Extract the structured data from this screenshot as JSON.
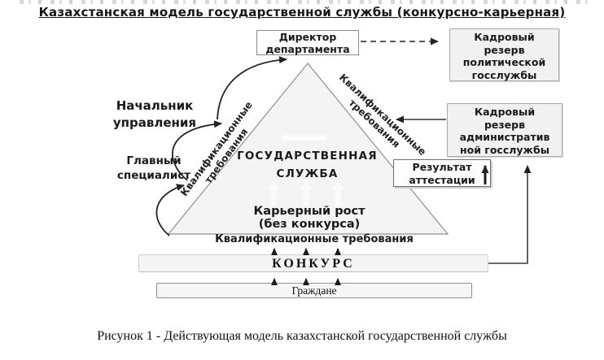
{
  "title": "Казахстанская модель государственной службы (конкурсно-карьерная)",
  "caption": "Рисунок 1 - Действующая модель казахстанской государственной службы",
  "boxes": {
    "director": {
      "lines": [
        "Директор",
        "департамента"
      ]
    },
    "polit_reserve": {
      "lines": [
        "Кадровый",
        "резерв",
        "политической",
        "госслужбы"
      ]
    },
    "admin_reserve": {
      "lines": [
        "Кадровый",
        "резерв",
        "административ",
        "ной госслужбы"
      ]
    },
    "attestation_result": {
      "lines": [
        "Результат",
        "аттестации"
      ]
    }
  },
  "pyramid": {
    "label_line1": "ГОСУДАРСТВЕННАЯ",
    "label_line2": "СЛУЖБА",
    "career_line1": "Карьерный рост",
    "career_line2": "(без конкурса)"
  },
  "position_labels": {
    "head_of_division": {
      "lines": [
        "Начальник",
        "управления"
      ]
    },
    "chief_specialist": {
      "lines": [
        "Главный",
        "специалист"
      ]
    }
  },
  "qualification_labels": {
    "left_diagonal": {
      "lines": [
        "Квалификационные",
        "требования"
      ]
    },
    "right_diagonal": {
      "lines": [
        "Квалификационные",
        "требования"
      ]
    },
    "below_pyramid": "Квалификационные требования"
  },
  "bottom": {
    "competition_bar": "КОНКУРС",
    "citizens_bar": "Граждане"
  },
  "colors": {
    "box_fill_gray": "#f1f1f1",
    "pyramid_fill": "#f4f4f4",
    "border_gray": "#8f8f8f",
    "arrow_black": "#222222"
  }
}
